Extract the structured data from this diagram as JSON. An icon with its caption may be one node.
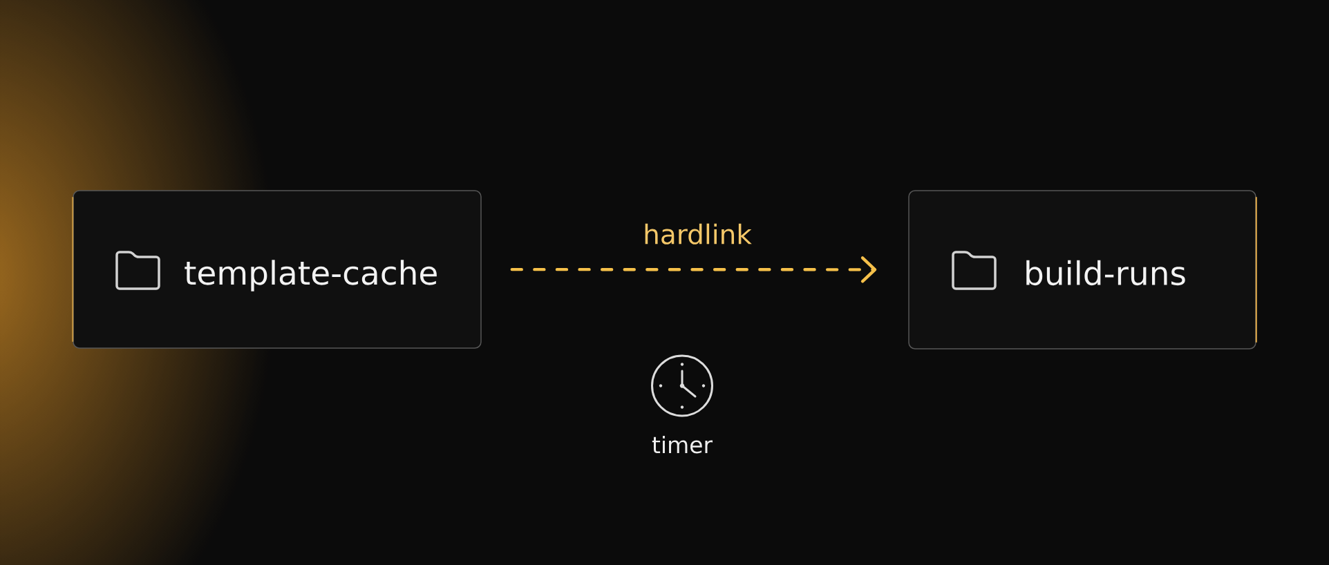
{
  "diagram": {
    "nodes": [
      {
        "text": [
          "template-cache"
        ]
      },
      {
        "text": [
          "build-runs"
        ]
      }
    ],
    "edges": [
      {
        "from": 0,
        "to": 1,
        "arrow": "to",
        "label": "hardlink",
        "style": "dashed",
        "color": "#f5c04a"
      }
    ],
    "labels": [
      "timer"
    ]
  }
}
